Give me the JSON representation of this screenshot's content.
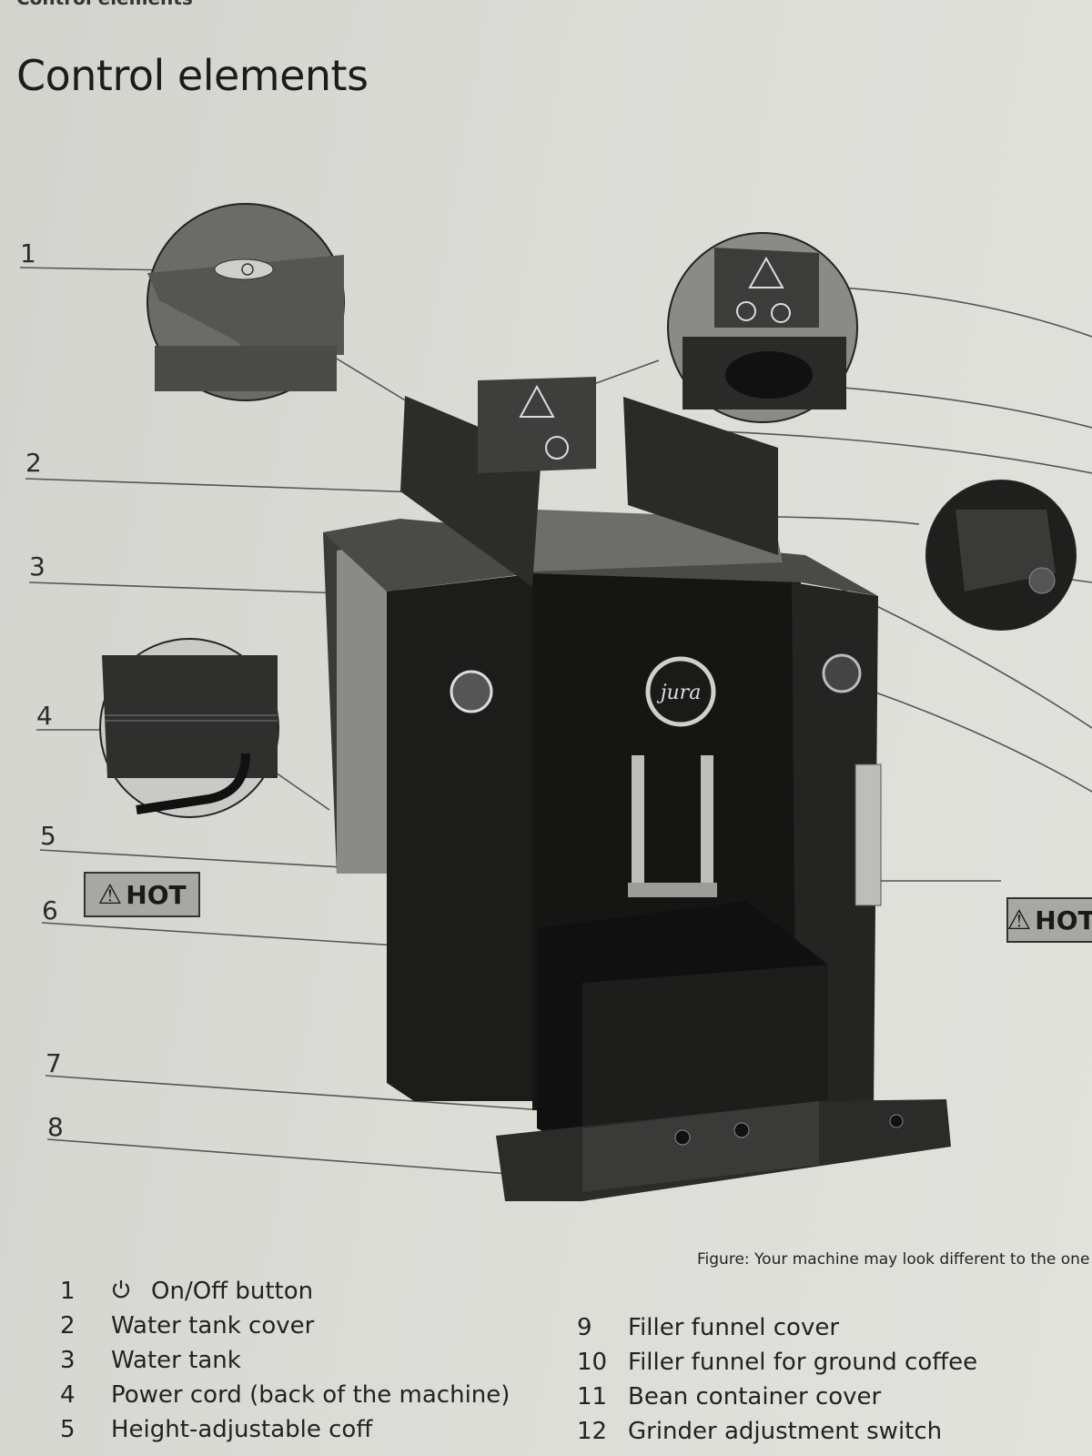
{
  "header": {
    "running_head": "Control elements",
    "title": "Control elements"
  },
  "callouts": [
    "1",
    "2",
    "3",
    "4",
    "5",
    "6",
    "7",
    "8"
  ],
  "hot_labels": {
    "left": "HOT",
    "right": "HOT"
  },
  "machine_logo": "jura",
  "caption": "Figure: Your machine may look different to the one show",
  "legend_left": [
    {
      "number": "1",
      "label": "On/Off button",
      "icon": "power-icon"
    },
    {
      "number": "2",
      "label": "Water tank cover"
    },
    {
      "number": "3",
      "label": "Water tank"
    },
    {
      "number": "4",
      "label": "Power cord (back of the machine)"
    },
    {
      "number": "5",
      "label": "Height-adjustable coff"
    }
  ],
  "legend_right": [
    {
      "number": "9",
      "label": "Filler funnel cover"
    },
    {
      "number": "10",
      "label": "Filler funnel for ground coffee"
    },
    {
      "number": "11",
      "label": "Bean container cover"
    },
    {
      "number": "12",
      "label": "Grinder adjustment switch"
    }
  ]
}
